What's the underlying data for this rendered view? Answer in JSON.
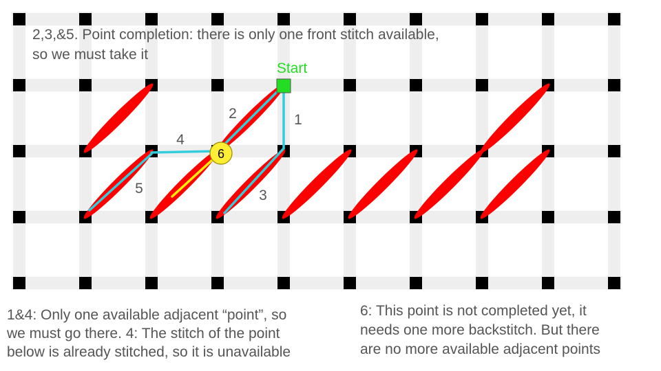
{
  "captions": {
    "top": "2,3,&5. Point completion: there is only one front stitch available,\nso we must take it",
    "bottom_left": "1&4: Only one available adjacent “point”, so\nwe must go there. 4: The stitch of the point\nbelow is already stitched, so it is unavailable",
    "bottom_right": "6: This point is not completed yet, it\nneeds one more backstitch. But there\nare no more available adjacent points"
  },
  "start_label": "Start",
  "point_label": "6",
  "step_labels": [
    "1",
    "2",
    "3",
    "4",
    "5"
  ],
  "colors": {
    "grid_line": "#eeeeee",
    "grid_node": "#000000",
    "stitch": "#ff0000",
    "backstitch": "#33ccdd",
    "current_stitch": "#ffee00",
    "start_marker": "#22dd22",
    "start_text": "#22dd22",
    "point_fill": "#ffee33",
    "label_text": "#555555"
  }
}
